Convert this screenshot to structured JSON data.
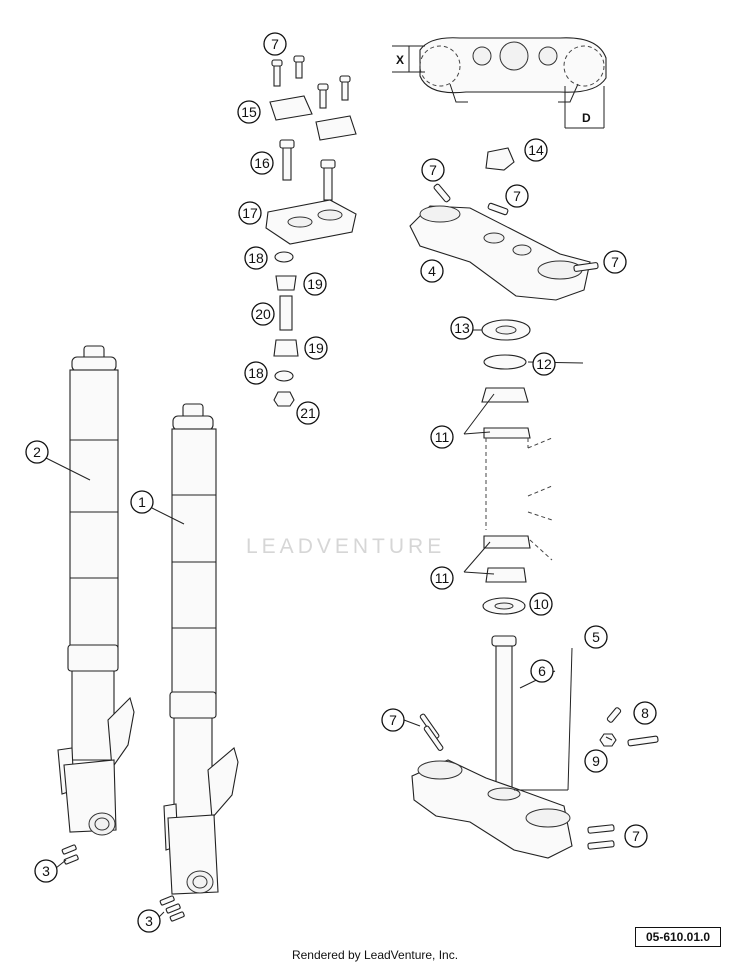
{
  "diagram_code": "05-610.01.0",
  "credit": "Rendered by LeadVenture, Inc.",
  "watermark": "LEADVENTURE",
  "dimensions": [
    "X",
    "D"
  ],
  "callouts": [
    {
      "label": "1",
      "name": "fork-leg-right"
    },
    {
      "label": "2",
      "name": "fork-leg-left"
    },
    {
      "label": "3",
      "name": "axle-clamp-screws-left"
    },
    {
      "label": "3",
      "name": "axle-clamp-screws-right"
    },
    {
      "label": "4",
      "name": "upper-triple-clamp"
    },
    {
      "label": "5",
      "name": "lower-triple-clamp"
    },
    {
      "label": "6",
      "name": "steering-stem"
    },
    {
      "label": "7",
      "name": "handlebar-clamp-bolts"
    },
    {
      "label": "7",
      "name": "upper-clamp-bolt-left"
    },
    {
      "label": "7",
      "name": "upper-clamp-bolt-right"
    },
    {
      "label": "7",
      "name": "upper-clamp-pinch-bolt"
    },
    {
      "label": "7",
      "name": "lower-clamp-bolts-top"
    },
    {
      "label": "7",
      "name": "lower-clamp-pinch-bolts"
    },
    {
      "label": "8",
      "name": "stop-screw"
    },
    {
      "label": "9",
      "name": "stop-nut"
    },
    {
      "label": "10",
      "name": "dust-seal-lower"
    },
    {
      "label": "11",
      "name": "bearing-upper"
    },
    {
      "label": "11",
      "name": "bearing-lower"
    },
    {
      "label": "12",
      "name": "seal-ring"
    },
    {
      "label": "13",
      "name": "dust-cover"
    },
    {
      "label": "14",
      "name": "stem-nut"
    },
    {
      "label": "15",
      "name": "handlebar-clamp-upper"
    },
    {
      "label": "16",
      "name": "handlebar-clamp-screw"
    },
    {
      "label": "17",
      "name": "handlebar-clamp-lower"
    },
    {
      "label": "18",
      "name": "washer-upper"
    },
    {
      "label": "18",
      "name": "washer-lower"
    },
    {
      "label": "19",
      "name": "rubber-bushing-upper"
    },
    {
      "label": "19",
      "name": "rubber-bushing-lower"
    },
    {
      "label": "20",
      "name": "spacer-sleeve"
    },
    {
      "label": "21",
      "name": "collar-nut"
    }
  ]
}
